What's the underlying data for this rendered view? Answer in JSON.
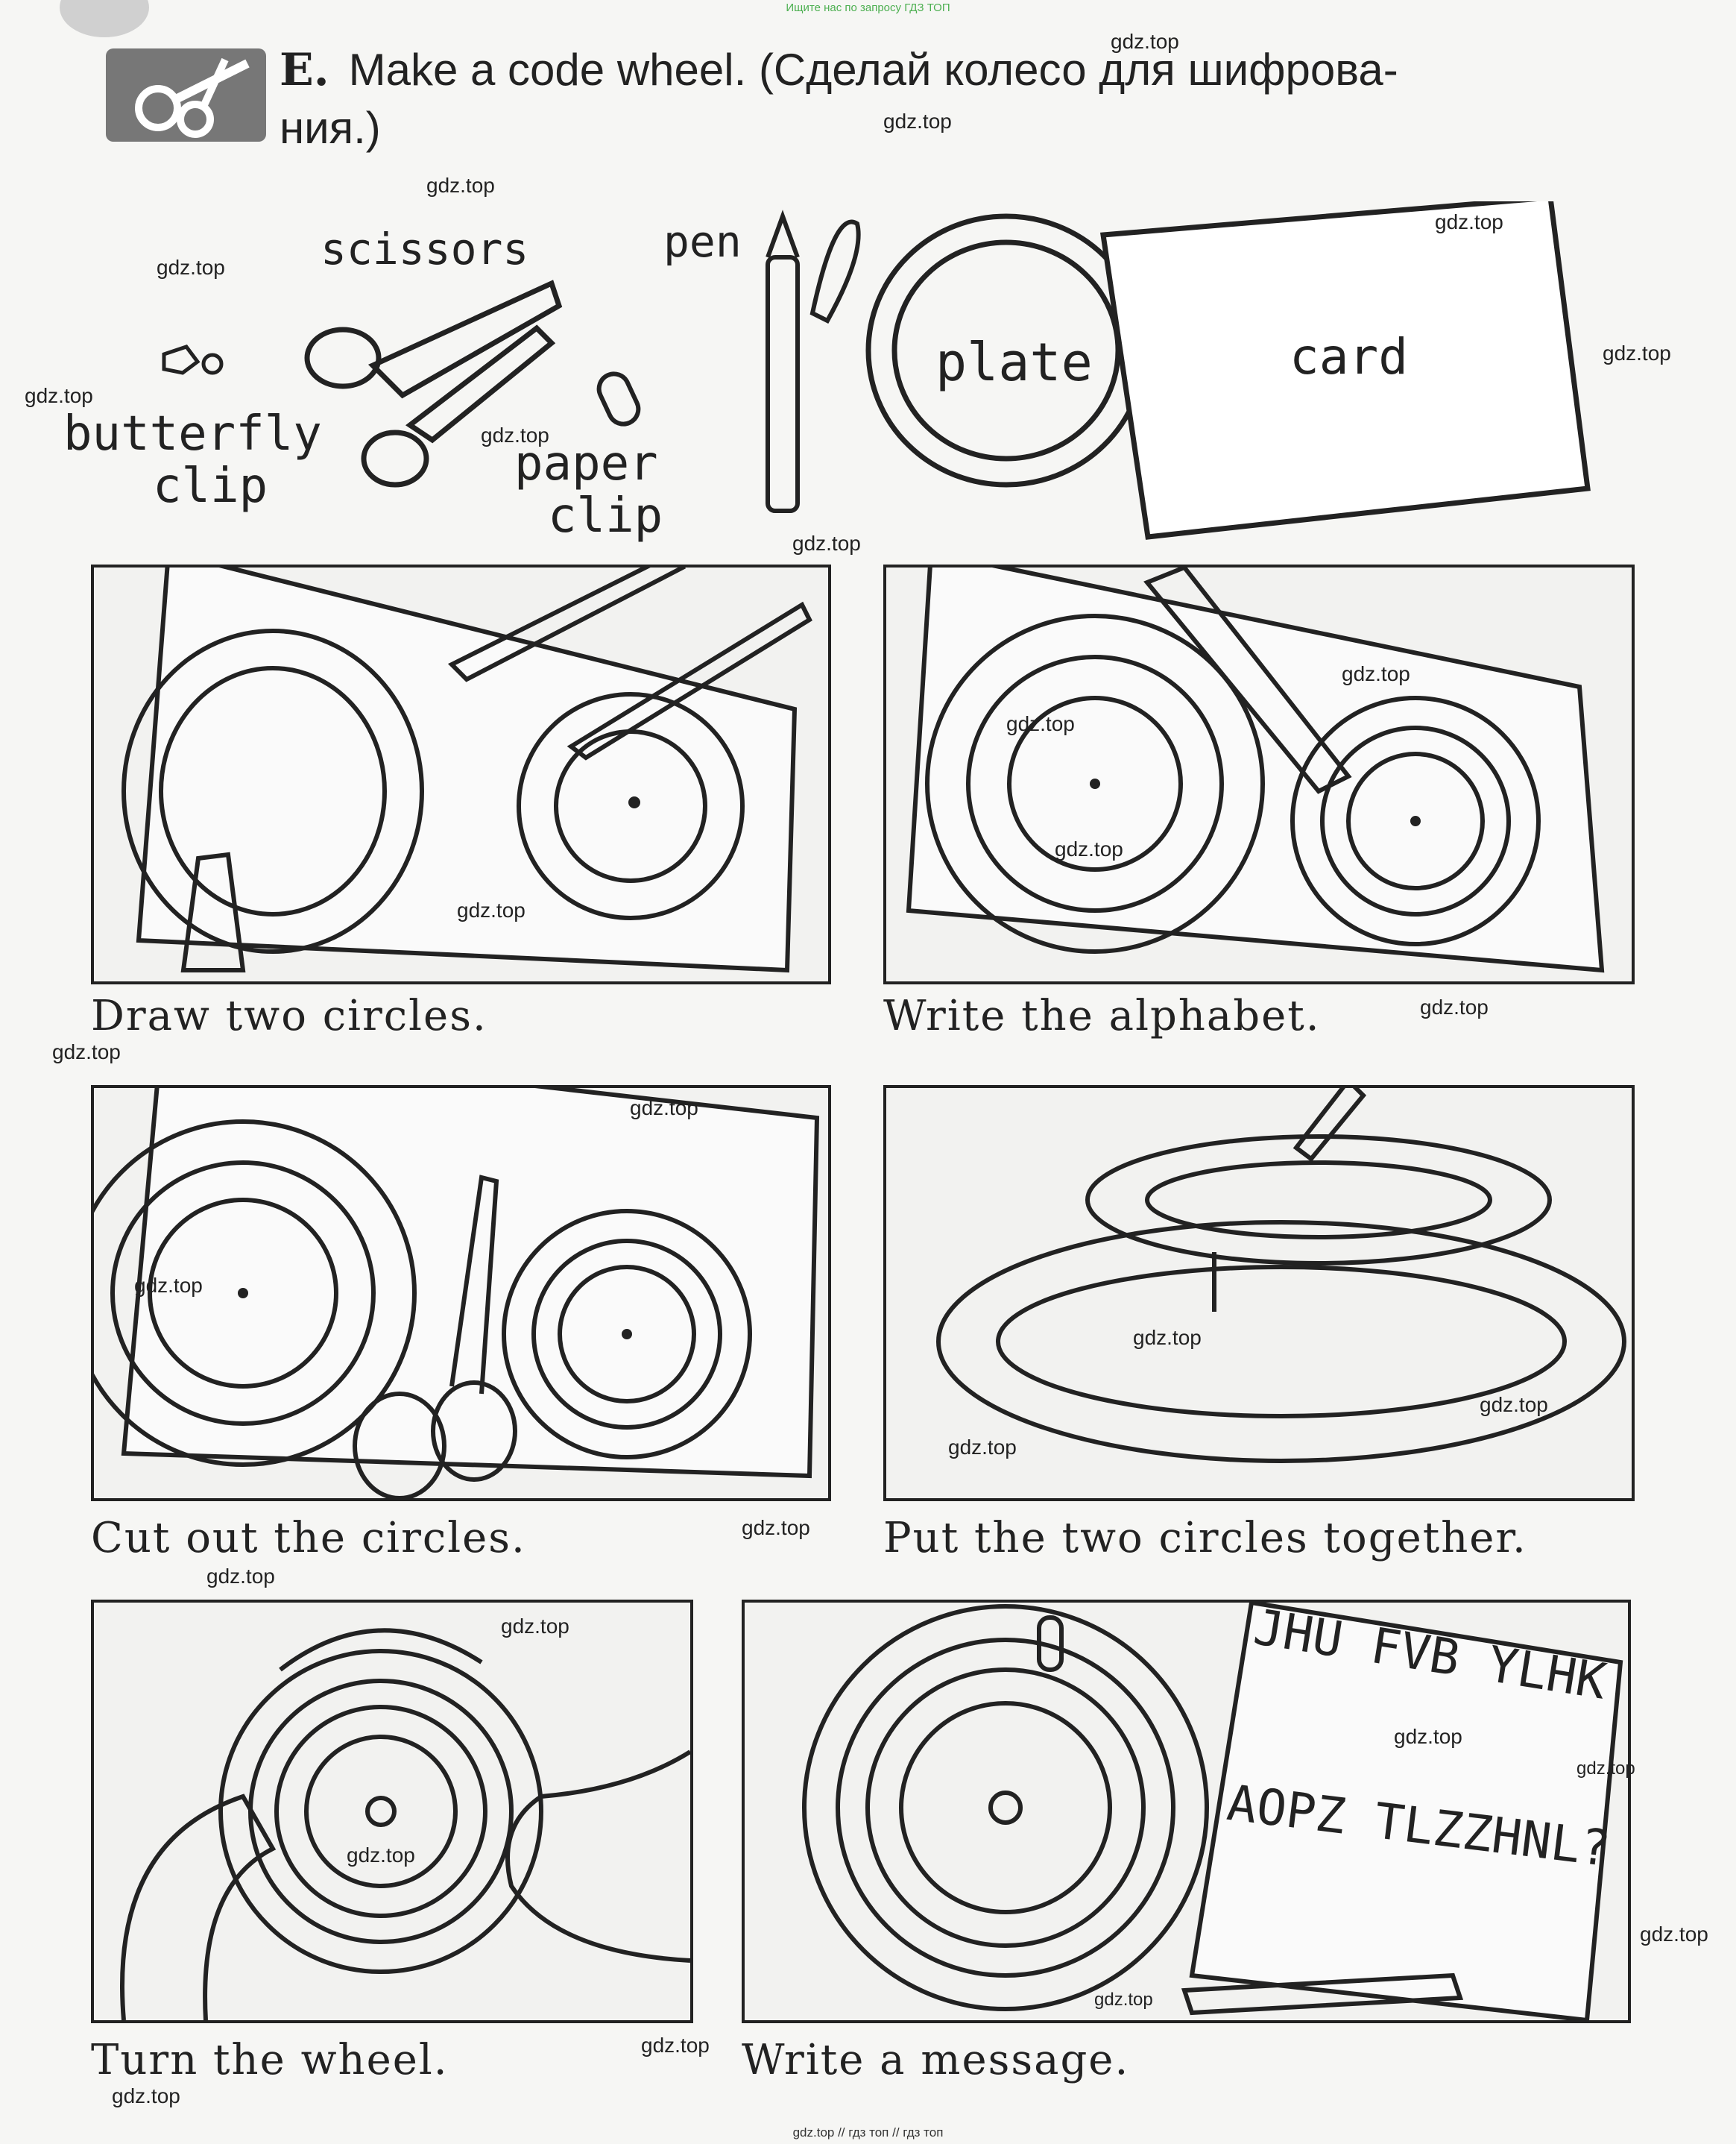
{
  "banner": "Ищите нас по запросу ГДЗ ТОП",
  "exercise": {
    "letter": "E.",
    "title": "Make a code wheel. (Сделай колесо для шифрова-",
    "title_cont": "ния.)"
  },
  "materials": {
    "scissors": "scissors",
    "pen": "pen",
    "plate": "plate",
    "card": "card",
    "butterfly": "butterfly",
    "butterfly_clip": "clip",
    "paper": "paper",
    "paper_clip": "clip"
  },
  "steps": [
    {
      "caption": "Draw two circles."
    },
    {
      "caption": "Write the alphabet."
    },
    {
      "caption": "Cut out the circles."
    },
    {
      "caption": "Put the two circles together."
    },
    {
      "caption": "Turn the wheel."
    },
    {
      "caption": "Write a message."
    }
  ],
  "message": {
    "line1": "JHU FVB YLHK",
    "line2": "AOPZ TLZZHNL?"
  },
  "watermark": "gdz.top",
  "footer": "gdz.top // гдз топ // гдз топ"
}
